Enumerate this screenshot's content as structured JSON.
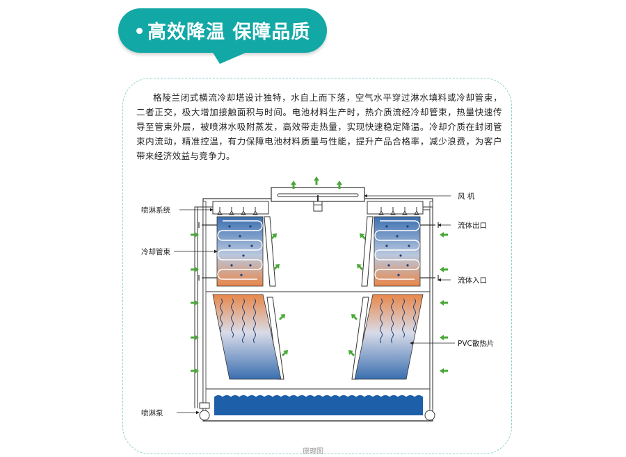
{
  "banner": {
    "title": "高效降温  保障品质"
  },
  "description": "格陵兰闭式横流冷却塔设计独特，水自上而下落，空气水平穿过淋水填料或冷却管束，二者正交，极大增加接触面积与时间。电池材料生产时，热介质流经冷却管束，热量快速传导至管束外层，被喷淋水吸附蒸发，高效带走热量，实现快速稳定降温。冷却介质在封闭管束内流动，精准控温，有力保障电池材料质量与性能，提升产品合格率，减少浪费，为客户带来经济效益与竞争力。",
  "diagram": {
    "labels": {
      "fan": "风 机",
      "spray_system": "喷淋系统",
      "cooling_coil": "冷却管束",
      "fluid_outlet": "流体出口",
      "fluid_inlet": "流体入口",
      "pvc_fill": "PVC散热片",
      "spray_pump": "喷淋泵"
    },
    "colors": {
      "warm": "#e8874a",
      "cool": "#3b6fb0",
      "arrow": "#4aa838",
      "water": "#1d5fa8"
    }
  },
  "caption": "原理图"
}
